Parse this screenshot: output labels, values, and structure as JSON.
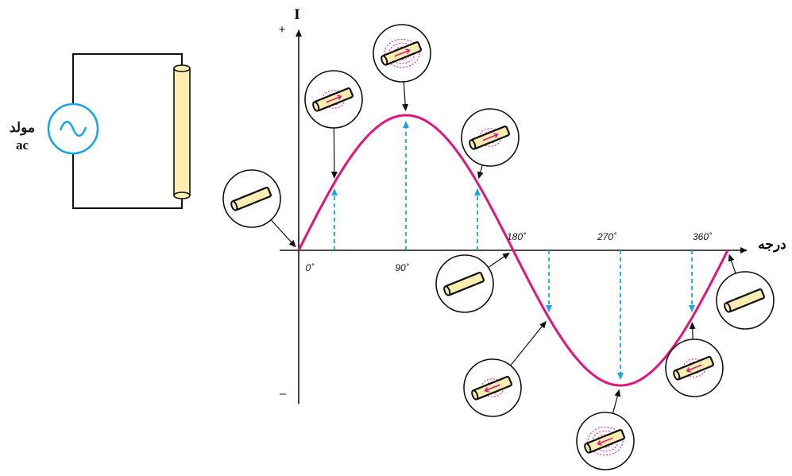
{
  "generator": {
    "label_line1": "مولد",
    "label_line2": "ac"
  },
  "axes": {
    "y_label": "I",
    "y_plus": "+",
    "y_minus": "–",
    "x_label": "درجه"
  },
  "ticks": {
    "t0": "0˚",
    "t90": "90˚",
    "t180": "180˚",
    "t270": "270˚",
    "t360": "360˚"
  },
  "colors": {
    "curve": "#e0147f",
    "current_arrow": "#1aa6e4",
    "generator": "#1aa6e4",
    "conductor_fill": "#fbeeb0",
    "field_lines": "#e0147f"
  },
  "chart_data": {
    "type": "line",
    "title": "",
    "xlabel": "درجه",
    "ylabel": "I",
    "x_ticks": [
      0,
      90,
      180,
      270,
      360
    ],
    "series": [
      {
        "x": [
          0,
          30,
          60,
          90,
          120,
          150,
          180,
          210,
          240,
          270,
          300,
          330,
          360
        ],
        "values": [
          0,
          0.5,
          0.866,
          1,
          0.866,
          0.5,
          0,
          -0.5,
          -0.866,
          -1,
          -0.866,
          -0.5,
          0
        ]
      }
    ],
    "current_arrows_deg": [
      30,
      90,
      150,
      210,
      270,
      330
    ],
    "conductor_snapshots_deg": [
      0,
      30,
      90,
      150,
      180,
      210,
      270,
      330,
      360
    ],
    "field_level": [
      0,
      1,
      2,
      1,
      0,
      1,
      2,
      1,
      0
    ]
  }
}
